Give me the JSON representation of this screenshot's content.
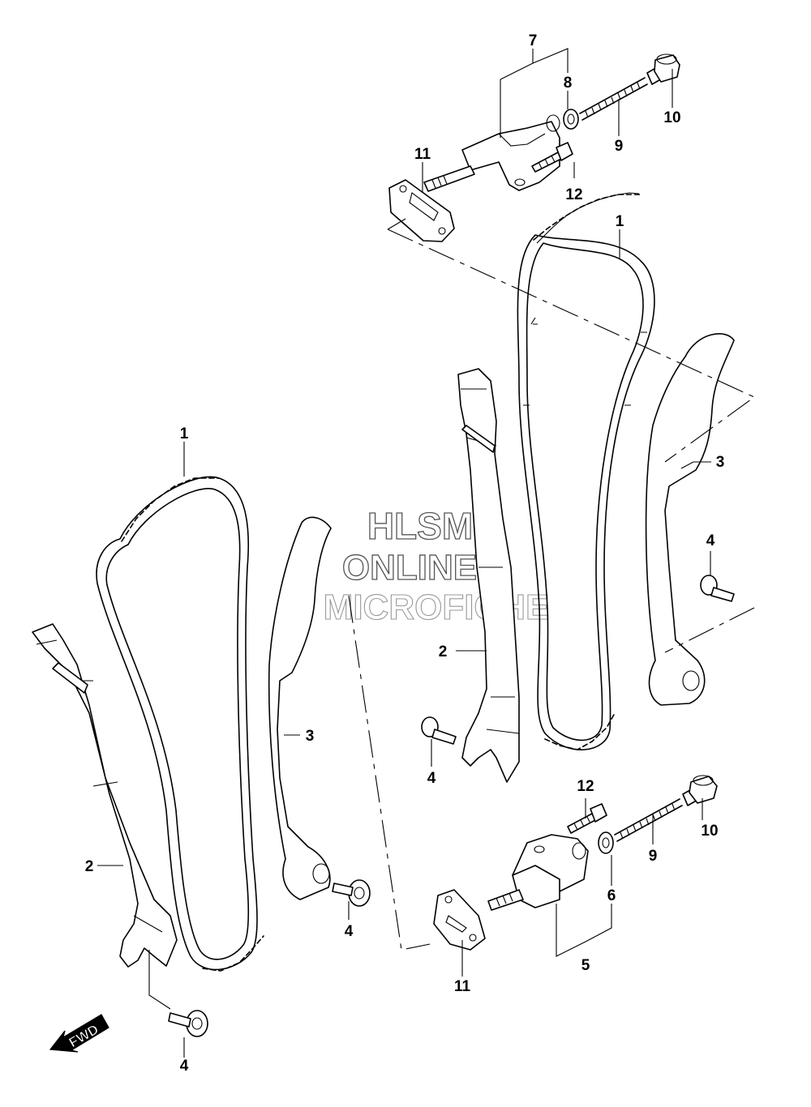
{
  "callouts": {
    "c7": "7",
    "c8": "8",
    "c9_top": "9",
    "c10_top": "10",
    "c11_top": "11",
    "c12_top": "12",
    "c1_right": "1",
    "c3_right": "3",
    "c4_right": "4",
    "c2_right": "2",
    "c4_mid": "4",
    "c12_bottom": "12",
    "c10_bottom": "10",
    "c9_bottom": "9",
    "c6": "6",
    "c5": "5",
    "c11_bottom": "11",
    "c1_left": "1",
    "c3_left": "3",
    "c2_left": "2",
    "c4_left_mid": "4",
    "c4_left_bottom": "4"
  },
  "watermark": {
    "line1": "HLSM",
    "line2": "ONLINE",
    "line3": "MICROFICHE"
  },
  "fwd_label": "FWD",
  "colors": {
    "line": "#000000",
    "background": "#ffffff",
    "watermark_outline": "#555555"
  }
}
